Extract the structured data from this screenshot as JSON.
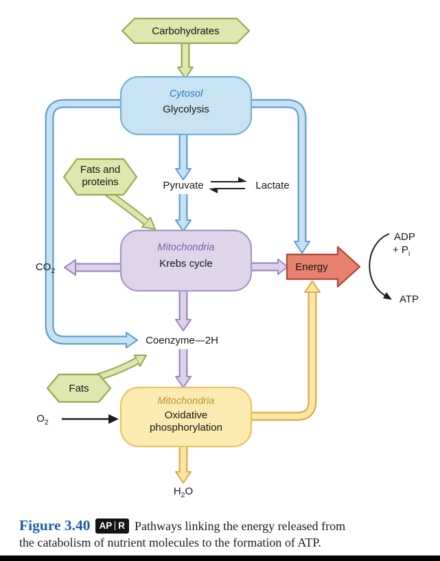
{
  "colors": {
    "green_fill": "#dde7ae",
    "green_stroke": "#94ab4f",
    "blue_fill": "#c7e3f4",
    "blue_stroke": "#5f9fcc",
    "purple_fill": "#ded5ea",
    "purple_stroke": "#9b87c2",
    "yellow_fill": "#fdeab1",
    "yellow_stroke": "#d9ae45",
    "energy_fill": "#e6826e",
    "energy_stroke": "#b0483a",
    "cytosol_text": "#2f78b8",
    "mitochondria_text": "#7e5fa5",
    "mitochondria_gold_text": "#bd9530",
    "figure_blue": "#1d5da9"
  },
  "diagram": {
    "carbohydrates": "Carbohydrates",
    "glycolysis": {
      "location": "Cytosol",
      "process": "Glycolysis"
    },
    "fats_proteins": {
      "line1": "Fats and",
      "line2": "proteins"
    },
    "pyruvate": "Pyruvate",
    "lactate": "Lactate",
    "krebs": {
      "location": "Mitochondria",
      "process": "Krebs cycle"
    },
    "co2": {
      "symbol": "CO",
      "subscript": "2"
    },
    "energy": "Energy",
    "coenzyme": "Coenzyme—2H",
    "fats": "Fats",
    "oxidative": {
      "location": "Mitochondria",
      "line1": "Oxidative",
      "line2": "phosphorylation"
    },
    "o2": {
      "symbol": "O",
      "subscript": "2"
    },
    "h2o": {
      "part1": "H",
      "subscript": "2",
      "part2": "O"
    },
    "adp": "ADP",
    "plus_p": "+ P",
    "p_subscript": "i",
    "atp": "ATP"
  },
  "caption": {
    "figure_label": "Figure 3.40",
    "badge": {
      "left": "AP",
      "right": "R"
    },
    "line1": "Pathways linking the energy released from",
    "line2": "the catabolism of nutrient molecules to the formation of ATP."
  }
}
